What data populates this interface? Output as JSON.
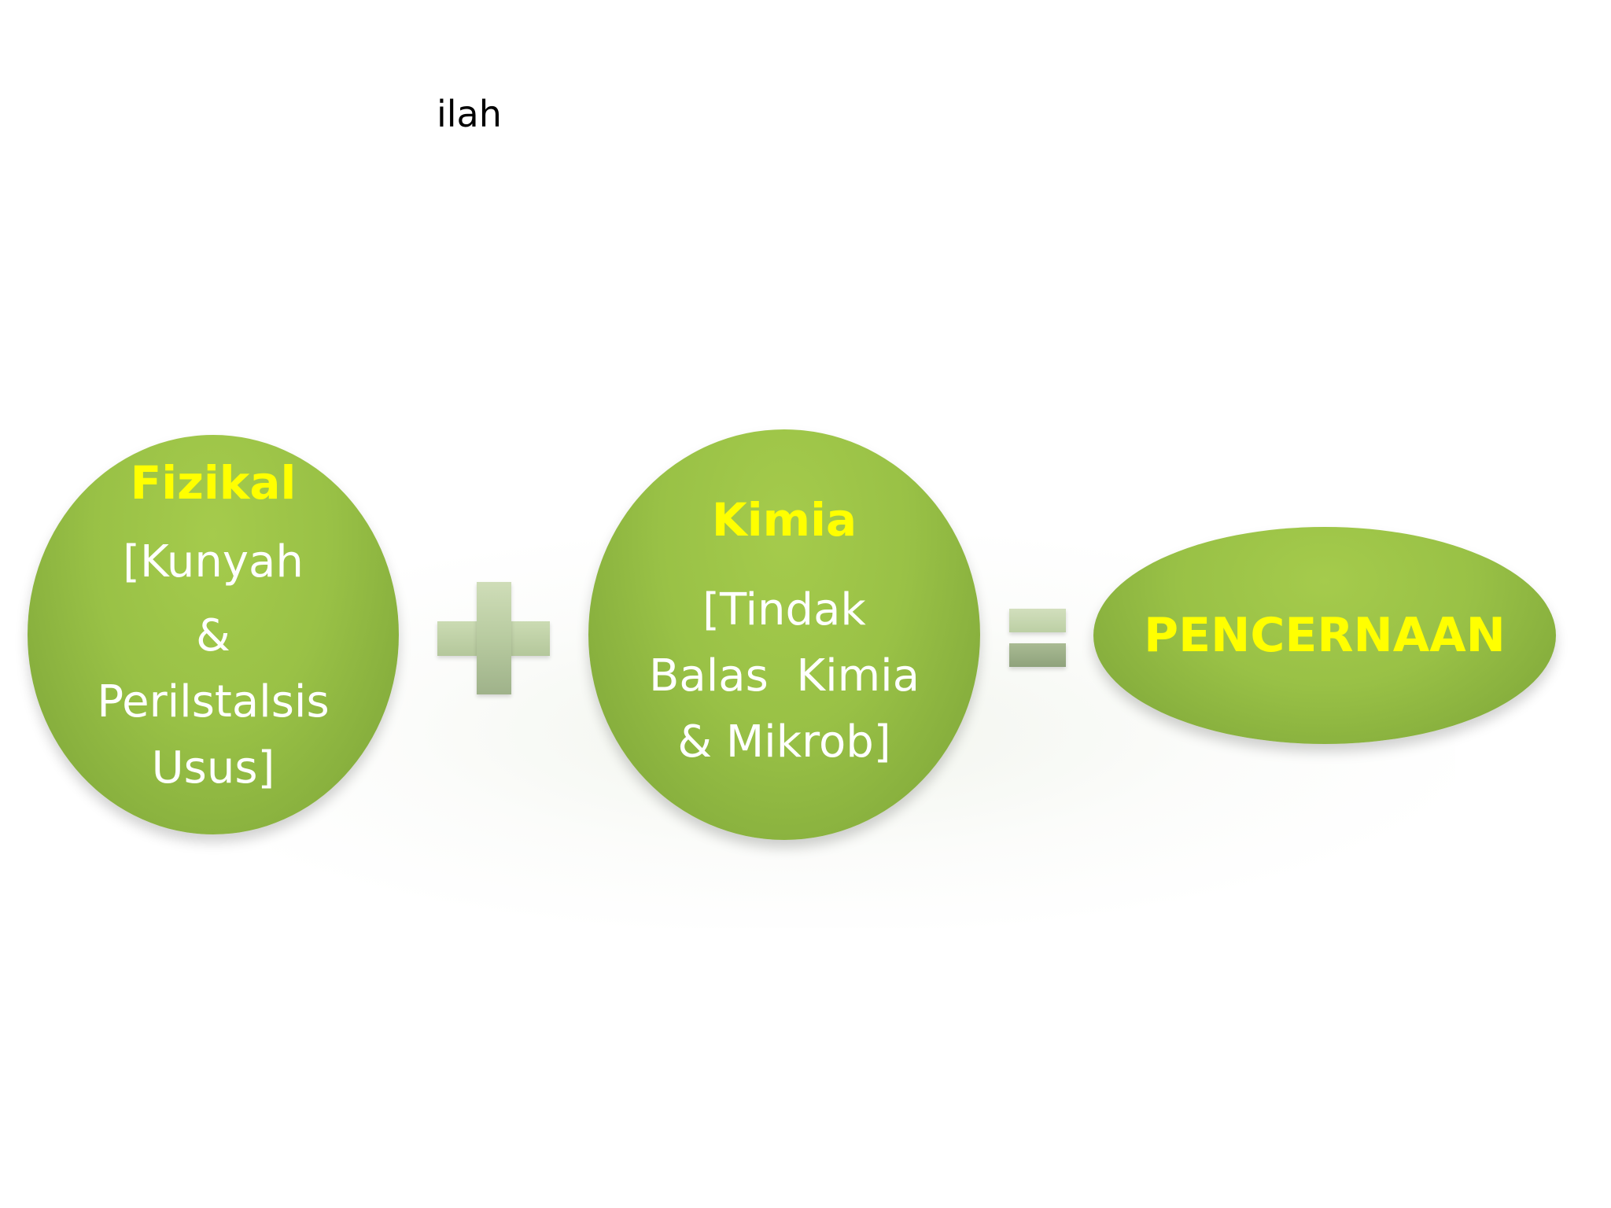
{
  "page": {
    "top_text": "ilah"
  },
  "diagram": {
    "circle1": {
      "heading": "Fizikal",
      "lines": [
        "[Kunyah",
        "&",
        "Perilstalsis",
        "Usus]"
      ]
    },
    "operator1": "plus",
    "circle2": {
      "heading": "Kimia",
      "lines": [
        "[Tindak",
        "Balas  Kimia",
        "& Mikrob]"
      ]
    },
    "operator2": "equals",
    "result": {
      "heading": "PENCERNAAN"
    },
    "colors": {
      "shape_fill": "#9bc347",
      "heading_text": "#ffff00",
      "body_text": "#ffffff",
      "operator_fill": "#b8cba0"
    }
  }
}
